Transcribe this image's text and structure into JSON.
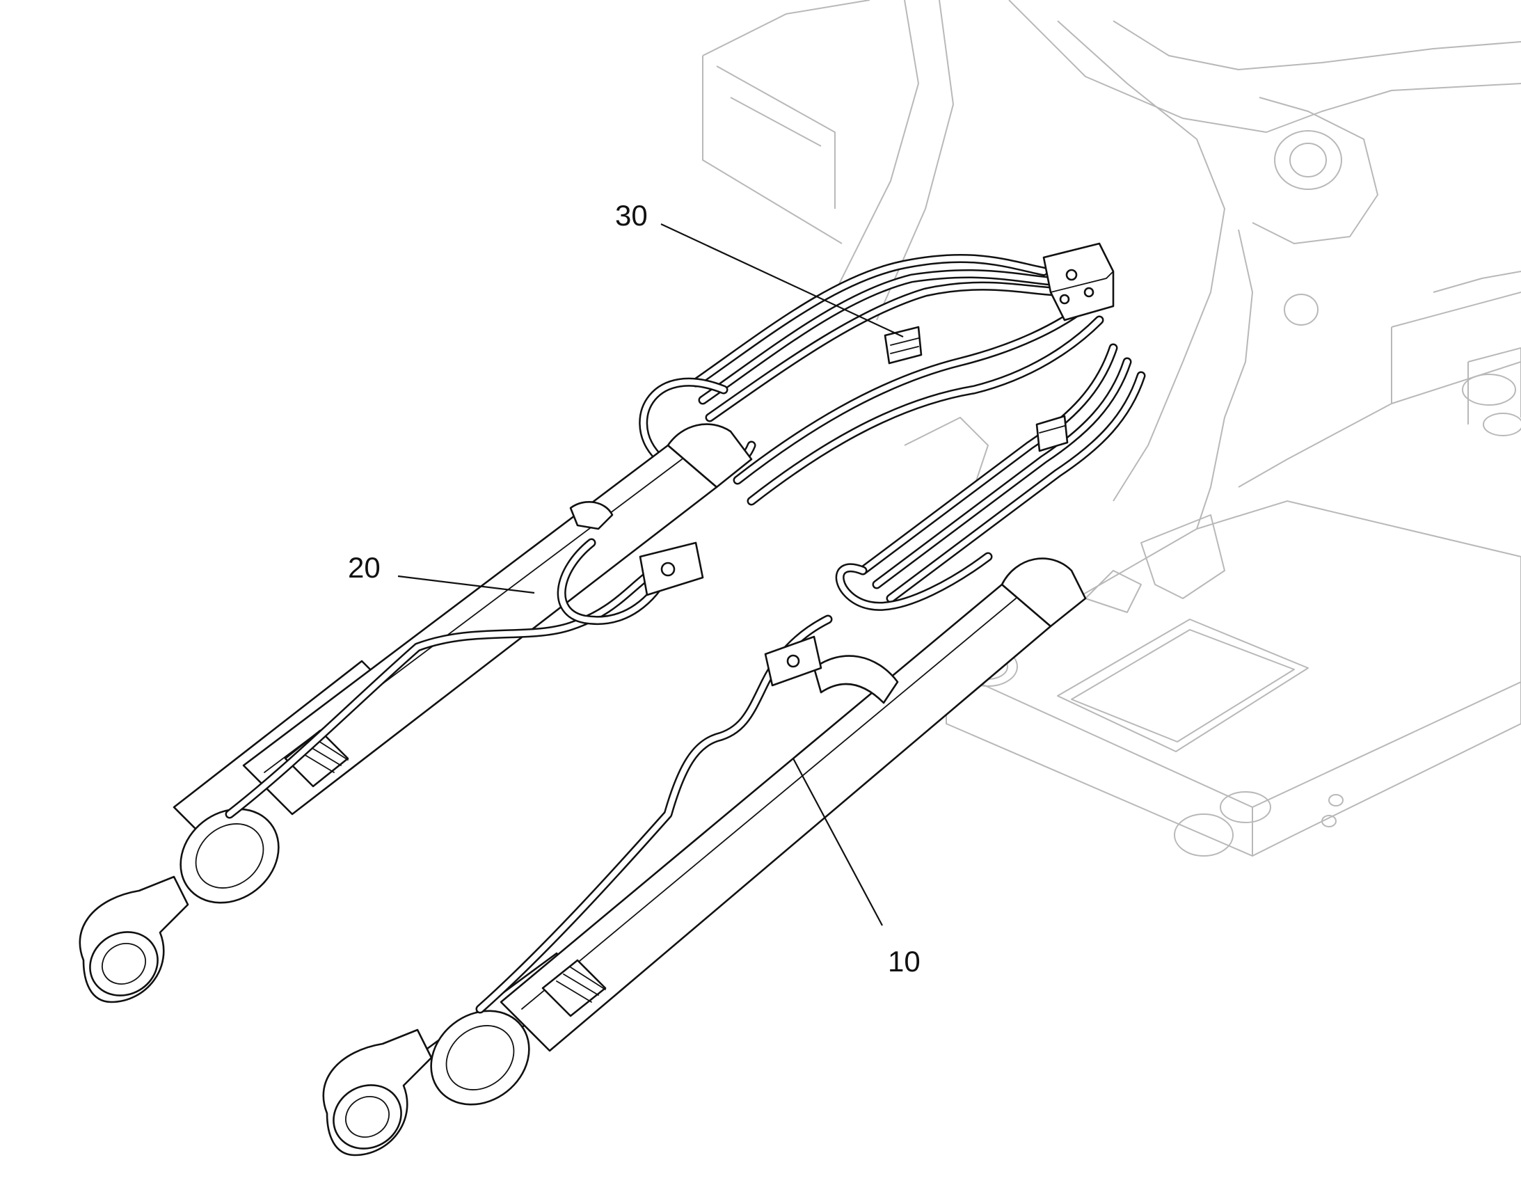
{
  "callouts": [
    {
      "id": "10",
      "label": "10"
    },
    {
      "id": "20",
      "label": "20"
    },
    {
      "id": "30",
      "label": "30"
    }
  ],
  "colors": {
    "ink": "#111111",
    "frame": "#b8b8b8",
    "background": "#ffffff"
  }
}
